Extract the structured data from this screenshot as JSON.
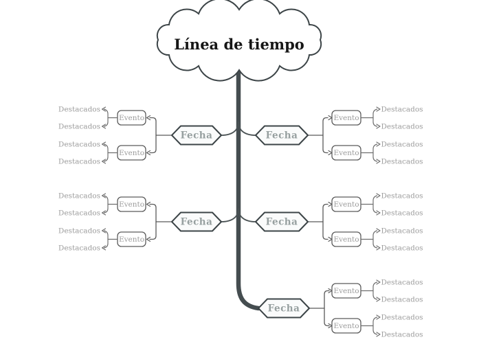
{
  "title": {
    "label": "Línea de tiempo"
  },
  "groups": [
    {
      "side": "left",
      "row": 1,
      "date": {
        "label": "Fecha"
      },
      "events": [
        {
          "label": "Evento",
          "highlights": [
            {
              "label": "Destacados"
            },
            {
              "label": "Destacados"
            }
          ]
        },
        {
          "label": "Evento",
          "highlights": [
            {
              "label": "Destacados"
            },
            {
              "label": "Destacados"
            }
          ]
        }
      ]
    },
    {
      "side": "right",
      "row": 1,
      "date": {
        "label": "Fecha"
      },
      "events": [
        {
          "label": "Evento",
          "highlights": [
            {
              "label": "Destacados"
            },
            {
              "label": "Destacados"
            }
          ]
        },
        {
          "label": "Evento",
          "highlights": [
            {
              "label": "Destacados"
            },
            {
              "label": "Destacados"
            }
          ]
        }
      ]
    },
    {
      "side": "left",
      "row": 2,
      "date": {
        "label": "Fecha"
      },
      "events": [
        {
          "label": "Evento",
          "highlights": [
            {
              "label": "Destacados"
            },
            {
              "label": "Destacados"
            }
          ]
        },
        {
          "label": "Evento",
          "highlights": [
            {
              "label": "Destacados"
            },
            {
              "label": "Destacados"
            }
          ]
        }
      ]
    },
    {
      "side": "right",
      "row": 2,
      "date": {
        "label": "Fecha"
      },
      "events": [
        {
          "label": "Evento",
          "highlights": [
            {
              "label": "Destacados"
            },
            {
              "label": "Destacados"
            }
          ]
        },
        {
          "label": "Evento",
          "highlights": [
            {
              "label": "Destacados"
            },
            {
              "label": "Destacados"
            }
          ]
        }
      ]
    },
    {
      "side": "right",
      "row": 3,
      "date": {
        "label": "Fecha"
      },
      "events": [
        {
          "label": "Evento",
          "highlights": [
            {
              "label": "Destacados"
            },
            {
              "label": "Destacados"
            }
          ]
        },
        {
          "label": "Evento",
          "highlights": [
            {
              "label": "Destacados"
            },
            {
              "label": "Destacados"
            }
          ]
        }
      ]
    }
  ],
  "colors": {
    "trunk": "#454d50",
    "node_border": "#3c4447",
    "hexagon_fill": "#fafbfb",
    "event_border": "#5b5b5b",
    "connector": "#595959",
    "highlight_connector": "#6e6e6e",
    "muted_text": "#9c9c9c",
    "date_text": "#97a0a0",
    "title_text": "#161616",
    "background": "#ffffff"
  }
}
